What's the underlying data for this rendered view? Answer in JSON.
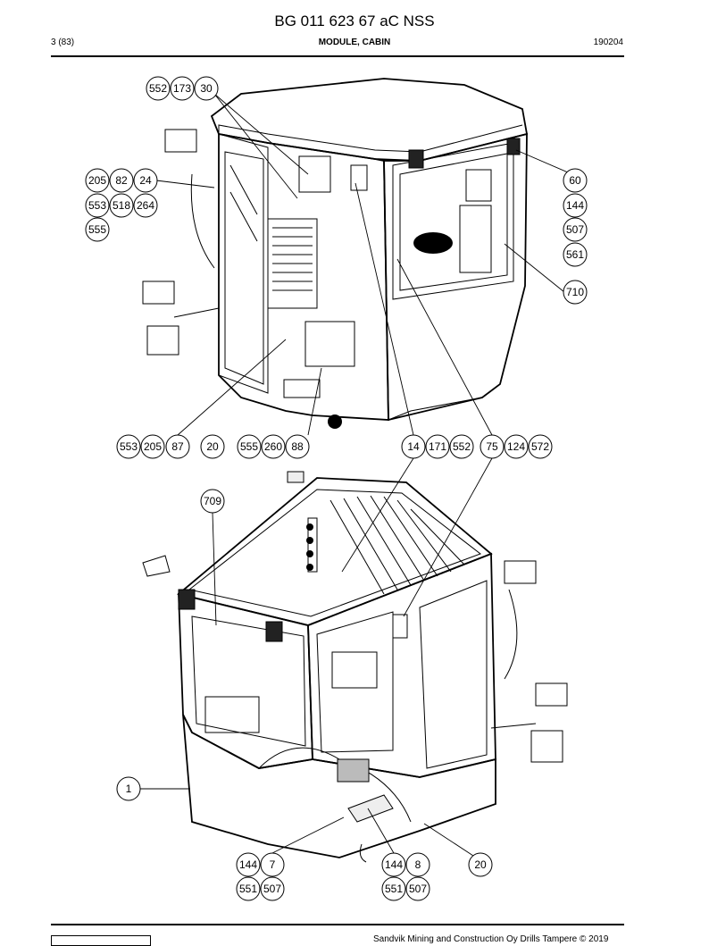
{
  "header": {
    "document_code": "BG 011 623 67 aC NSS",
    "page": "3 (83)",
    "section": "MODULE, CABIN",
    "date": "190204"
  },
  "footer": {
    "copyright": "Sandvik Mining and Construction Oy Drills Tampere © 2019"
  },
  "callouts": {
    "top_drawing": [
      {
        "id": "c552a",
        "label": "552"
      },
      {
        "id": "c173",
        "label": "173"
      },
      {
        "id": "c30",
        "label": "30"
      },
      {
        "id": "c205a",
        "label": "205"
      },
      {
        "id": "c82",
        "label": "82"
      },
      {
        "id": "c24",
        "label": "24"
      },
      {
        "id": "c553a",
        "label": "553"
      },
      {
        "id": "c518",
        "label": "518"
      },
      {
        "id": "c264",
        "label": "264"
      },
      {
        "id": "c555a",
        "label": "555"
      },
      {
        "id": "c60",
        "label": "60"
      },
      {
        "id": "c144a",
        "label": "144"
      },
      {
        "id": "c507a",
        "label": "507"
      },
      {
        "id": "c561",
        "label": "561"
      },
      {
        "id": "c710",
        "label": "710"
      },
      {
        "id": "c553b",
        "label": "553"
      },
      {
        "id": "c205b",
        "label": "205"
      },
      {
        "id": "c87",
        "label": "87"
      },
      {
        "id": "c20a",
        "label": "20"
      },
      {
        "id": "c555b",
        "label": "555"
      },
      {
        "id": "c260",
        "label": "260"
      },
      {
        "id": "c88",
        "label": "88"
      },
      {
        "id": "c14",
        "label": "14"
      },
      {
        "id": "c171",
        "label": "171"
      },
      {
        "id": "c552b",
        "label": "552"
      },
      {
        "id": "c75",
        "label": "75"
      },
      {
        "id": "c124",
        "label": "124"
      },
      {
        "id": "c572",
        "label": "572"
      }
    ],
    "bottom_drawing": [
      {
        "id": "c709",
        "label": "709"
      },
      {
        "id": "c1",
        "label": "1"
      },
      {
        "id": "c144b",
        "label": "144"
      },
      {
        "id": "c7",
        "label": "7"
      },
      {
        "id": "c551a",
        "label": "551"
      },
      {
        "id": "c507b",
        "label": "507"
      },
      {
        "id": "c144c",
        "label": "144"
      },
      {
        "id": "c8",
        "label": "8"
      },
      {
        "id": "c551b",
        "label": "551"
      },
      {
        "id": "c507c",
        "label": "507"
      },
      {
        "id": "c20b",
        "label": "20"
      }
    ]
  }
}
